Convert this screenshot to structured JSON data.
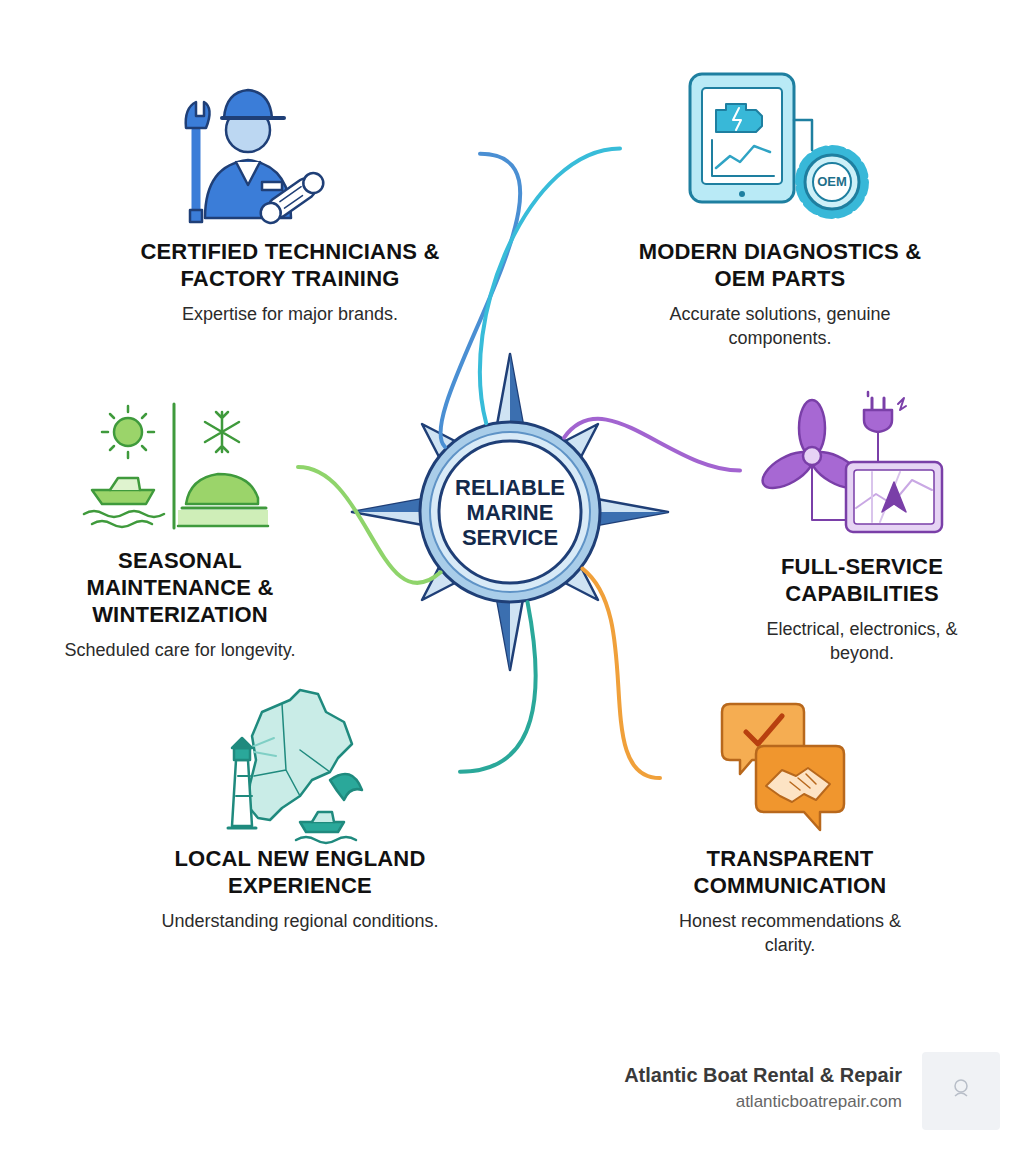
{
  "diagram": {
    "nodes": [
      {
        "text": [
          "CERTIFIED TECHNICIANS & FACTORY TRAINING",
          "Expertise for major brands."
        ]
      },
      {
        "text": [
          "MODERN DIAGNOSTICS & OEM PARTS",
          "Accurate solutions, genuine components."
        ]
      },
      {
        "text": [
          "SEASONAL MAINTENANCE & WINTERIZATION",
          "Scheduled care for longevity."
        ]
      },
      {
        "text": [
          "RELIABLE MARINE SERVICE"
        ]
      },
      {
        "text": [
          "FULL-SERVICE CAPABILITIES",
          "Electrical, electronics, & beyond."
        ]
      },
      {
        "text": [
          "LOCAL NEW ENGLAND EXPERIENCE",
          "Understanding regional conditions."
        ]
      },
      {
        "text": [
          "TRANSPARENT COMMUNICATION",
          "Honest recommendations & clarity."
        ]
      }
    ],
    "edges": [
      {
        "from": 0,
        "to": 3,
        "arrow": "none"
      },
      {
        "from": 1,
        "to": 3,
        "arrow": "none"
      },
      {
        "from": 2,
        "to": 3,
        "arrow": "none"
      },
      {
        "from": 4,
        "to": 3,
        "arrow": "none"
      },
      {
        "from": 5,
        "to": 3,
        "arrow": "none"
      },
      {
        "from": 6,
        "to": 3,
        "arrow": "none"
      }
    ],
    "labels": [
      "OEM",
      "Atlantic Boat Rental & Repair",
      "atlanticboatrepair.com"
    ]
  }
}
